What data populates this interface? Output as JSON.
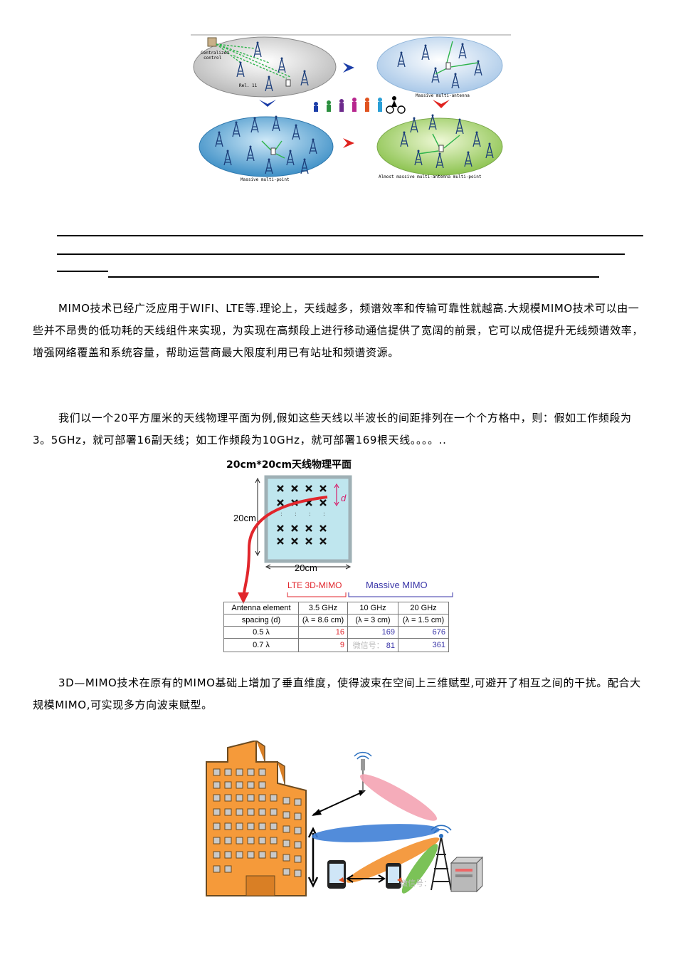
{
  "figure1": {
    "labels": {
      "centralized": "Centralized",
      "control": "control",
      "rel": "Rel. 11",
      "massive_multi_antenna": "Massive multi-antenna",
      "massive_multi_point": "Massive multi-point",
      "almost": "Almost massive multi-antenna multi-point"
    }
  },
  "paragraph1": "MIMO技术已经广泛应用于WIFI、LTE等.理论上，天线越多，频谱效率和传输可靠性就越高.大规模MIMO技术可以由一些并不昂贵的低功耗的天线组件来实现，为实现在高频段上进行移动通信提供了宽阔的前景，它可以成倍提升无线频谱效率，增强网络覆盖和系统容量，帮助运营商最大限度利用已有站址和频谱资源。",
  "paragraph2": "我们以一个20平方厘米的天线物理平面为例,假如这些天线以半波长的间距排列在一个个方格中，则：假如工作频段为3。5GHz，就可部署16副天线；如工作频段为10GHz，就可部署169根天线。。。。..",
  "antenna_figure": {
    "title": "20cm*20cm天线物理平面",
    "side_label": "20cm",
    "bottom_label": "20cm",
    "d_label": "d",
    "lte_label": "LTE 3D-MIMO",
    "massive_label": "Massive MIMO",
    "table": {
      "header1": [
        "Antenna element",
        "3.5 GHz",
        "10 GHz",
        "20 GHz"
      ],
      "header2": [
        "spacing (d)",
        "(λ = 8.6 cm)",
        "(λ = 3 cm)",
        "(λ = 1.5 cm)"
      ],
      "rows": [
        [
          "0.5 λ",
          "16",
          "169",
          "676"
        ],
        [
          "0.7 λ",
          "9",
          "81",
          "361"
        ]
      ]
    },
    "watermark": "微信号："
  },
  "paragraph3": "3D—MIMO技术在原有的MIMO基础上增加了垂直维度，使得波束在空间上三维赋型,可避开了相互之间的干扰。配合大规模MIMO,可实现多方向波束赋型。",
  "figure3": {
    "watermark": "微信号："
  },
  "colors": {
    "red": "#e1262c",
    "blue": "#3a36a8",
    "building": "#f59a3a",
    "beam_blue": "#3f7fd6",
    "beam_pink": "#f4a3b3",
    "beam_orange": "#f3902d",
    "beam_green": "#6dbb45"
  }
}
